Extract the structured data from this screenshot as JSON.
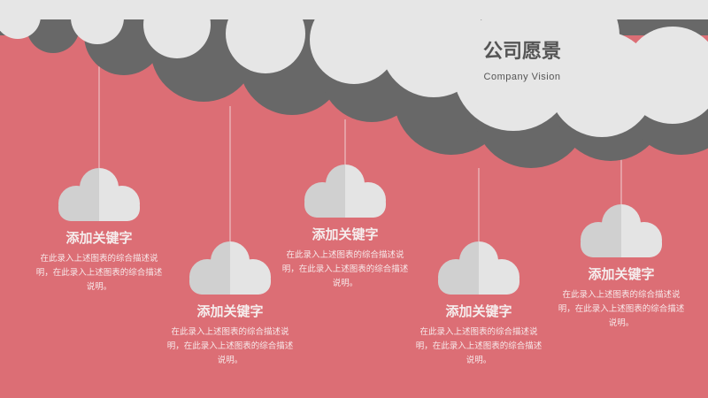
{
  "header": {
    "title": "公司愿景",
    "subtitle": "Company Vision"
  },
  "items": [
    {
      "heading": "添加关键字",
      "text": "在此录入上述图表的综合描述说明，在此录入上述图表的综合描述说明。"
    },
    {
      "heading": "添加关键字",
      "text": "在此录入上述图表的综合描述说明，在此录入上述图表的综合描述说明。"
    },
    {
      "heading": "添加关键字",
      "text": "在此录入上述图表的综合描述说明，在此录入上述图表的综合描述说明。"
    },
    {
      "heading": "添加关键字",
      "text": "在此录入上述图表的综合描述说明，在此录入上述图表的综合描述说明。"
    },
    {
      "heading": "添加关键字",
      "text": "在此录入上述图表的综合描述说明，在此录入上述图表的综合描述说明。"
    }
  ],
  "colors": {
    "background": "#dc6e75",
    "dark_cloud": "#686868",
    "light_cloud": "#e6e6e6"
  }
}
